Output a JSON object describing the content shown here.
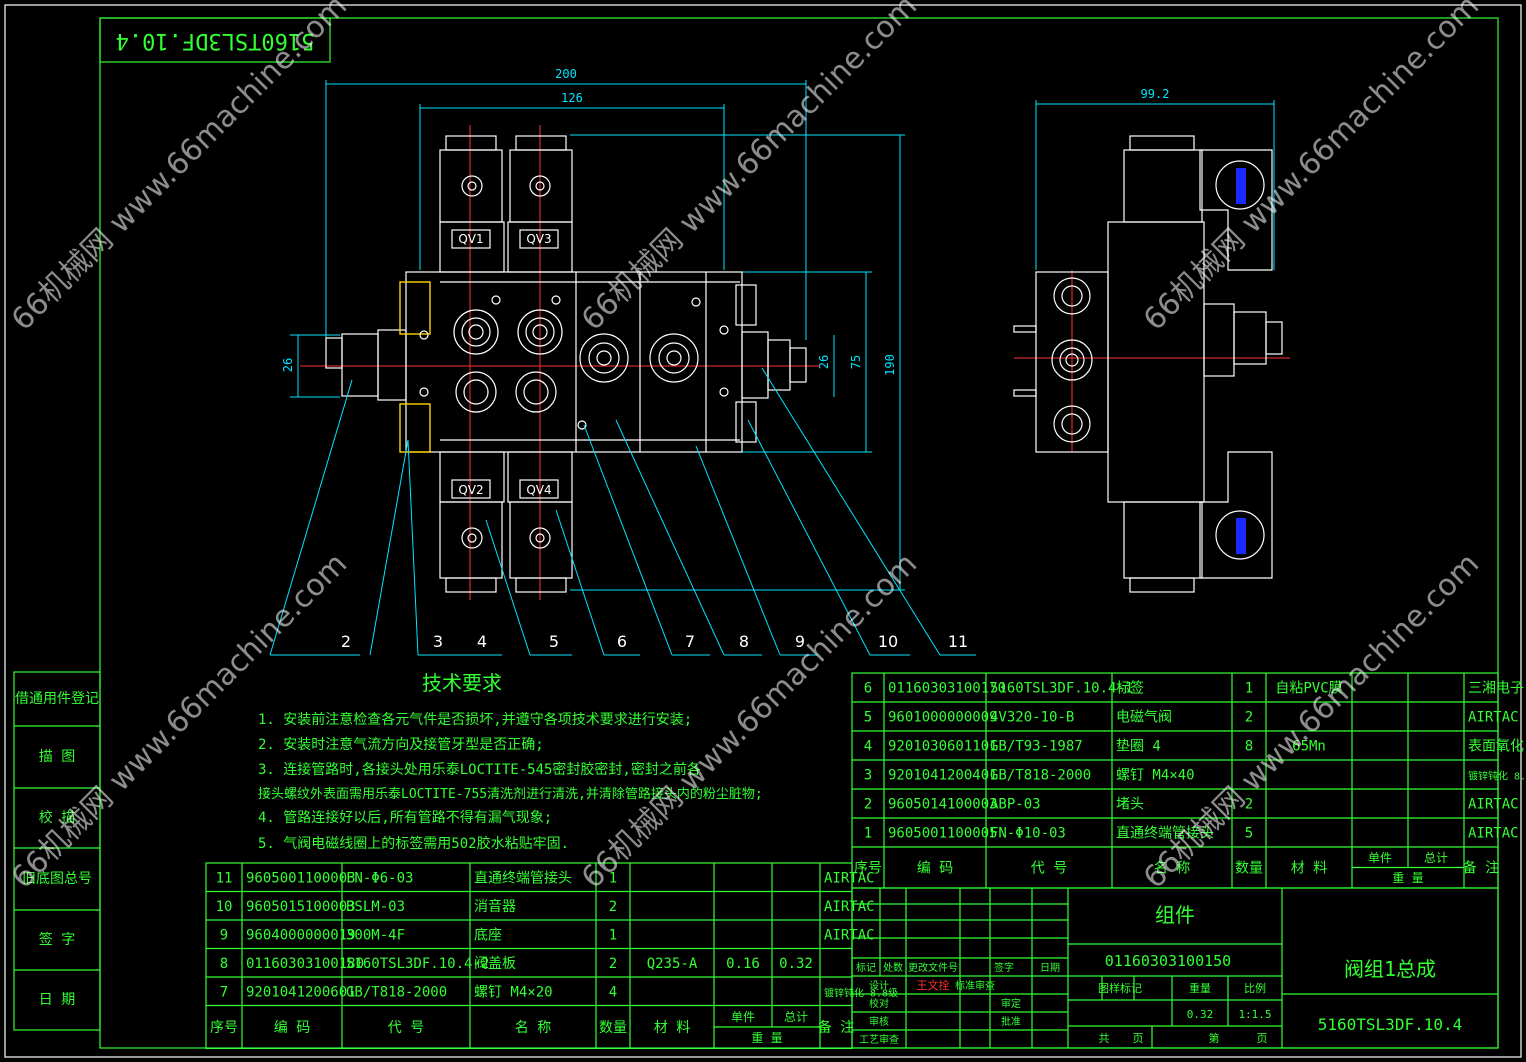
{
  "title_block": {
    "mirror_code": "5160TSL3DF.10.4",
    "part_type": "组件",
    "code": "01160303100150",
    "name": "阀组1总成",
    "drawing_no": "5160TSL3DF.10.4",
    "weight": "0.32",
    "scale": "1:1.5",
    "drawn_by": "王文拴",
    "headers": [
      "标记",
      "处数",
      "更改文件号",
      "签字",
      "日期",
      "设计",
      "标准审查",
      "校对",
      "审定",
      "审核",
      "批准",
      "工艺审查",
      "图样标记",
      "重量",
      "比例",
      "共",
      "页",
      "第",
      "页"
    ]
  },
  "left_stamps": [
    "借通用件登记",
    "描  图",
    "校  描",
    "旧底图总号",
    "签  字",
    "日  期"
  ],
  "tech_req": {
    "title": "技术要求",
    "items": [
      "1. 安装前注意检查各元气件是否损坏,并遵守各项技术要求进行安装;",
      "2. 安装时注意气流方向及接管牙型是否正确;",
      "3. 连接管路时,各接头处用乐泰LOCTITE-545密封胶密封,密封之前各",
      "   接头螺纹外表面需用乐泰LOCTITE-755清洗剂进行清洗,并清除管路接头内的粉尘脏物;",
      "4. 管路连接好以后,所有管路不得有漏气现象;",
      "5. 气阀电磁线圈上的标签需用502胶水粘贴牢固."
    ]
  },
  "valves": [
    "QV1",
    "QV3",
    "QV2",
    "QV4"
  ],
  "dimensions": [
    "200",
    "126",
    "99.2",
    "26",
    "26",
    "75",
    "190"
  ],
  "balloons": [
    "2",
    "3",
    "4",
    "5",
    "6",
    "7",
    "8",
    "9",
    "10",
    "11"
  ],
  "bom_headers": [
    "序号",
    "编  码",
    "代  号",
    "名  称",
    "数量",
    "材  料",
    "单件",
    "总计",
    "重  量",
    "备  注"
  ],
  "bom_upper": [
    {
      "no": "6",
      "code": "01160303100170",
      "ref": "5160TSL3DF.10.4-1",
      "name": "标签",
      "qty": "1",
      "mat": "自粘PVC膜",
      "unit": "",
      "total": "",
      "note": "三湘电子"
    },
    {
      "no": "5",
      "code": "9601000000009",
      "ref": "4V320-10-B",
      "name": "电磁气阀",
      "qty": "2",
      "mat": "",
      "unit": "",
      "total": "",
      "note": "AIRTAC"
    },
    {
      "no": "4",
      "code": "9201030601101",
      "ref": "GB/T93-1987",
      "name": "垫圈 4",
      "qty": "8",
      "mat": "65Mn",
      "unit": "",
      "total": "",
      "note": "表面氧化"
    },
    {
      "no": "3",
      "code": "9201041200401",
      "ref": "GB/T818-2000",
      "name": "螺钉 M4×40",
      "qty": "",
      "mat": "",
      "unit": "",
      "total": "",
      "note": "镀锌钝化 8.8级"
    },
    {
      "no": "2",
      "code": "9605014100003",
      "ref": "ABP-03",
      "name": "堵头",
      "qty": "2",
      "mat": "",
      "unit": "",
      "total": "",
      "note": "AIRTAC"
    },
    {
      "no": "1",
      "code": "9605001100005",
      "ref": "FN-Φ10-03",
      "name": "直通终端管接头",
      "qty": "5",
      "mat": "",
      "unit": "",
      "total": "",
      "note": "AIRTAC"
    }
  ],
  "bom_lower": [
    {
      "no": "11",
      "code": "9605001100003",
      "ref": "FN-Φ6-03",
      "name": "直通终端管接头",
      "qty": "1",
      "mat": "",
      "unit": "",
      "total": "",
      "note": "AIRTAC"
    },
    {
      "no": "10",
      "code": "9605015100003",
      "ref": "BSLM-03",
      "name": "消音器",
      "qty": "2",
      "mat": "",
      "unit": "",
      "total": "",
      "note": "AIRTAC"
    },
    {
      "no": "9",
      "code": "9604000000019",
      "ref": "300M-4F",
      "name": "底座",
      "qty": "1",
      "mat": "",
      "unit": "",
      "total": "",
      "note": "AIRTAC"
    },
    {
      "no": "8",
      "code": "01160303100180",
      "ref": "5160TSL3DF.10.4-2",
      "name": "阀盖板",
      "qty": "2",
      "mat": "Q235-A",
      "unit": "0.16",
      "total": "0.32",
      "note": ""
    },
    {
      "no": "7",
      "code": "9201041200601",
      "ref": "GB/T818-2000",
      "name": "螺钉 M4×20",
      "qty": "4",
      "mat": "",
      "unit": "",
      "total": "",
      "note": "镀锌钝化 8.8级"
    }
  ],
  "watermark": "66机械网 www.66machine.com"
}
